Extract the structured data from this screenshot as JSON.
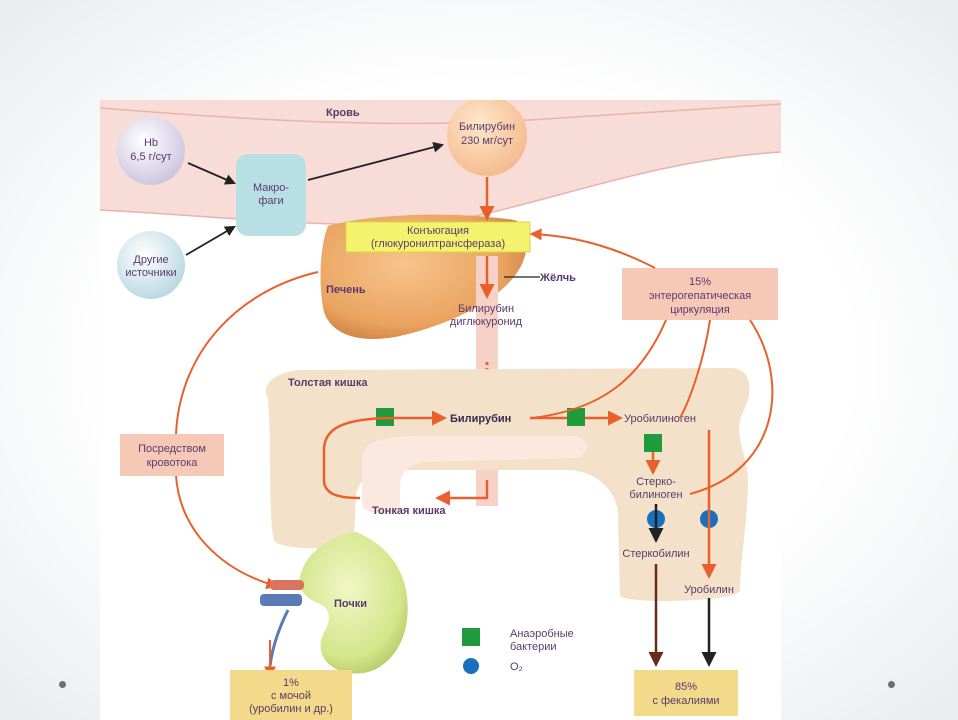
{
  "diagram": {
    "blood": "Кровь",
    "hb": [
      "Hb",
      "6,5 г/сут"
    ],
    "other_sources": [
      "Другие",
      "источники"
    ],
    "macrophages": [
      "Макро-",
      "фаги"
    ],
    "bilirubin_blood": [
      "Билирубин",
      "230 мг/сут"
    ],
    "conjugation": [
      "Конъюгация",
      "(глюкуронилтрансфераза)"
    ],
    "liver": "Печень",
    "bile": "Жёлчь",
    "bilirubin_diglucuronide": [
      "Билирубин",
      "диглюкуронид"
    ],
    "enterohepatic": [
      "15%",
      "энтерогепатическая",
      "циркуляция"
    ],
    "large_intestine": "Толстая кишка",
    "bilirubin_gut": "Билирубин",
    "urobilinogen": "Уробилиноген",
    "stercobilinogen": [
      "Стерко-",
      "билиноген"
    ],
    "small_intestine": "Тонкая кишка",
    "via_bloodstream": [
      "Посредством",
      "кровотока"
    ],
    "stercobilin": "Стеркобилин",
    "urobilin": "Уробилин",
    "kidneys": "Почки",
    "legend_bacteria": [
      "Анаэробные",
      "бактерии"
    ],
    "legend_o2": "O₂",
    "urine": [
      "1%",
      "с мочой",
      "(уробилин и др.)"
    ],
    "feces": [
      "85%",
      "с фекалиями"
    ]
  },
  "colors": {
    "arrow_orange": "#e8612c",
    "bacteria_green": "#1f9a3c",
    "o2_blue": "#1a6fbf",
    "label_box": "#f6c9b6",
    "conjugation_box": "#f5f36e",
    "output_box": "#f3d98a"
  }
}
